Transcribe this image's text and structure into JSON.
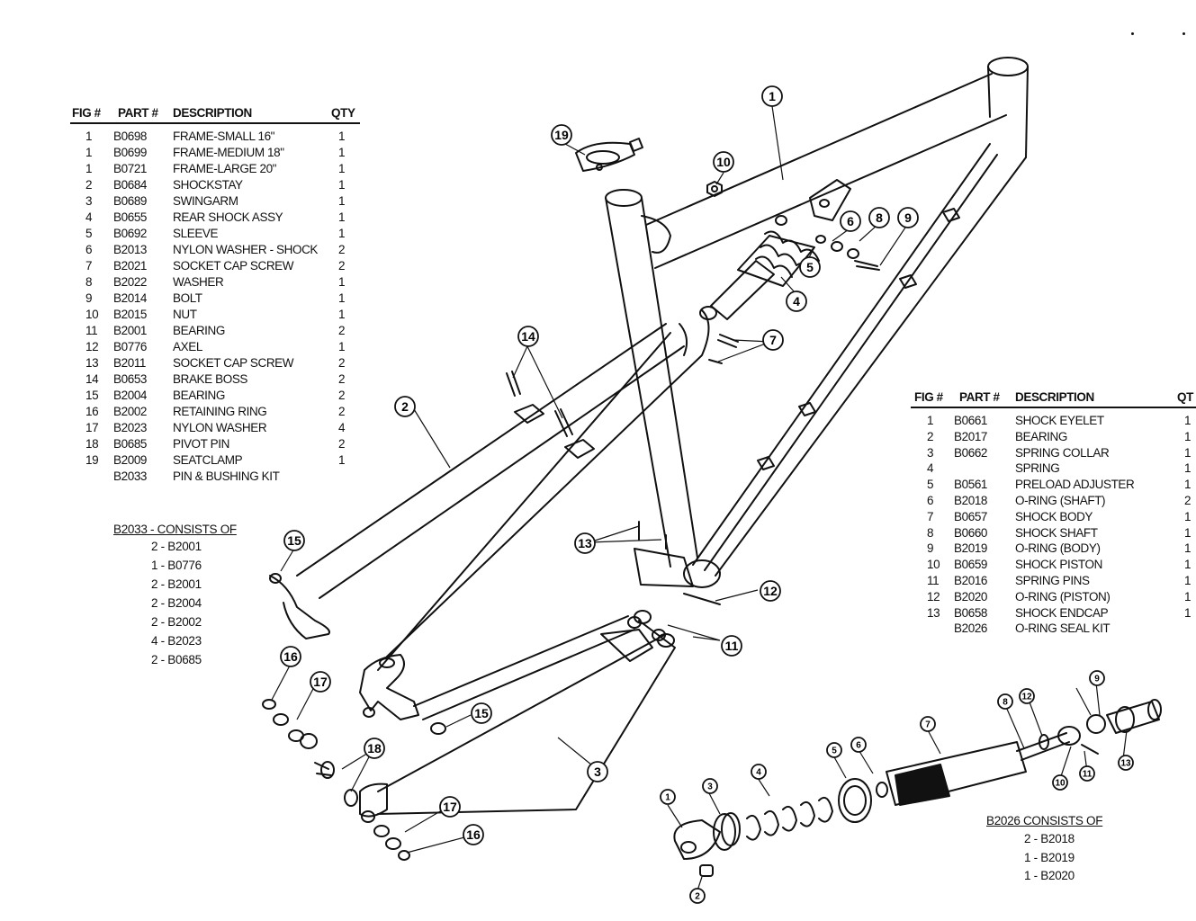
{
  "frame_table": {
    "headers": [
      "FIG #",
      "PART #",
      "DESCRIPTION",
      "QTY"
    ],
    "rows": [
      [
        "1",
        "B0698",
        "FRAME-SMALL 16\"",
        "1"
      ],
      [
        "1",
        "B0699",
        "FRAME-MEDIUM 18\"",
        "1"
      ],
      [
        "1",
        "B0721",
        "FRAME-LARGE 20\"",
        "1"
      ],
      [
        "2",
        "B0684",
        "SHOCKSTAY",
        "1"
      ],
      [
        "3",
        "B0689",
        "SWINGARM",
        "1"
      ],
      [
        "4",
        "B0655",
        "REAR SHOCK ASSY",
        "1"
      ],
      [
        "5",
        "B0692",
        "SLEEVE",
        "1"
      ],
      [
        "6",
        "B2013",
        "NYLON WASHER - SHOCK",
        "2"
      ],
      [
        "7",
        "B2021",
        "SOCKET CAP SCREW",
        "2"
      ],
      [
        "8",
        "B2022",
        "WASHER",
        "1"
      ],
      [
        "9",
        "B2014",
        "BOLT",
        "1"
      ],
      [
        "10",
        "B2015",
        "NUT",
        "1"
      ],
      [
        "11",
        "B2001",
        "BEARING",
        "2"
      ],
      [
        "12",
        "B0776",
        "AXEL",
        "1"
      ],
      [
        "13",
        "B2011",
        "SOCKET CAP SCREW",
        "2"
      ],
      [
        "14",
        "B0653",
        "BRAKE BOSS",
        "2"
      ],
      [
        "15",
        "B2004",
        "BEARING",
        "2"
      ],
      [
        "16",
        "B2002",
        "RETAINING RING",
        "2"
      ],
      [
        "17",
        "B2023",
        "NYLON WASHER",
        "4"
      ],
      [
        "18",
        "B0685",
        "PIVOT PIN",
        "2"
      ],
      [
        "19",
        "B2009",
        "SEATCLAMP",
        "1"
      ],
      [
        "",
        "B2033",
        "PIN & BUSHING KIT",
        ""
      ]
    ]
  },
  "kit_b2033": {
    "title": "B2033 - CONSISTS OF",
    "items": [
      "2 - B2001",
      "1 - B0776",
      "2 - B2001",
      "2 - B2004",
      "2 - B2002",
      "4 - B2023",
      "2 - B0685"
    ]
  },
  "shock_table": {
    "headers": [
      "FIG #",
      "PART #",
      "DESCRIPTION",
      "QT"
    ],
    "rows": [
      [
        "1",
        "B0661",
        "SHOCK EYELET",
        "1"
      ],
      [
        "2",
        "B2017",
        "BEARING",
        "1"
      ],
      [
        "3",
        "B0662",
        "SPRING COLLAR",
        "1"
      ],
      [
        "4",
        "",
        "SPRING",
        "1"
      ],
      [
        "5",
        "B0561",
        "PRELOAD ADJUSTER",
        "1"
      ],
      [
        "6",
        "B2018",
        "O-RING (SHAFT)",
        "2"
      ],
      [
        "7",
        "B0657",
        "SHOCK BODY",
        "1"
      ],
      [
        "8",
        "B0660",
        "SHOCK SHAFT",
        "1"
      ],
      [
        "9",
        "B2019",
        "O-RING (BODY)",
        "1"
      ],
      [
        "10",
        "B0659",
        "SHOCK PISTON",
        "1"
      ],
      [
        "11",
        "B2016",
        "SPRING PINS",
        "1"
      ],
      [
        "12",
        "B2020",
        "O-RING (PISTON)",
        "1"
      ],
      [
        "13",
        "B0658",
        "SHOCK ENDCAP",
        "1"
      ],
      [
        "",
        "B2026",
        "O-RING SEAL KIT",
        ""
      ]
    ]
  },
  "kit_b2026": {
    "title": "B2026 CONSISTS OF",
    "items": [
      "2 - B2018",
      "1 - B2019",
      "1 - B2020"
    ]
  },
  "frame_callouts": [
    "1",
    "2",
    "3",
    "4",
    "5",
    "6",
    "7",
    "8",
    "9",
    "10",
    "11",
    "12",
    "13",
    "14",
    "15",
    "15",
    "16",
    "16",
    "17",
    "17",
    "18",
    "19"
  ],
  "shock_callouts": [
    "1",
    "2",
    "3",
    "4",
    "5",
    "6",
    "7",
    "8",
    "9",
    "10",
    "11",
    "12",
    "13"
  ]
}
